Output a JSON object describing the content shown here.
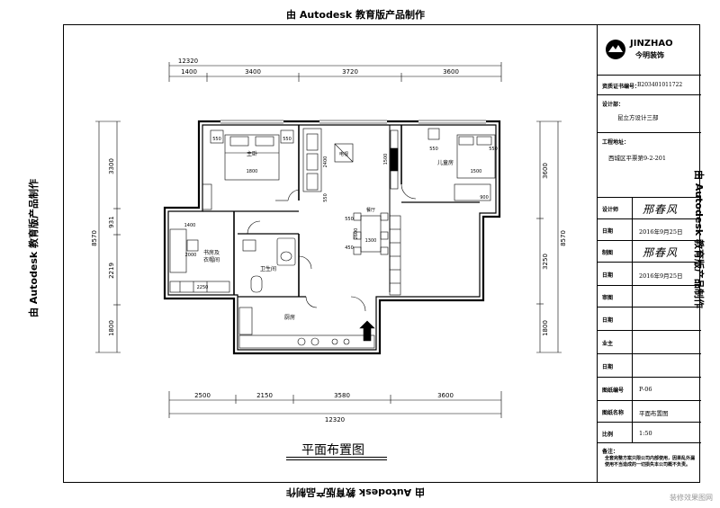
{
  "watermark": "由 Autodesk 教育版产品制作",
  "logo": {
    "brand": "JINZHAO",
    "subtitle": "今明装饰"
  },
  "drawing": {
    "title": "平面布置图",
    "dims_top": {
      "total": "12320",
      "segments": [
        "1400",
        "3400",
        "3720",
        "3600"
      ]
    },
    "dims_bottom": {
      "total": "12320",
      "segments": [
        "2500",
        "2150",
        "3580",
        "3600"
      ]
    },
    "dims_left": {
      "total": "8570",
      "segments": [
        "3300",
        "931",
        "2219",
        "1800"
      ]
    },
    "dims_right": {
      "total": "8570",
      "segments": [
        "3600",
        "3250",
        "1800"
      ]
    },
    "rooms": {
      "master": "主卧",
      "child": "儿童房",
      "study": "书房及\n衣帽间",
      "bath": "卫生间",
      "kitchen": "厨房",
      "dining": "餐厅",
      "tv": "电视"
    },
    "inner_dims": {
      "bed1_l": "550",
      "bed1_r": "550",
      "bed1_w": "1800",
      "bed2_l": "550",
      "bed2_r": "550",
      "bed2_w": "1500",
      "sofa_a": "2400",
      "sofa_b": "550",
      "tv_h": "1500",
      "child_900": "900",
      "study_1400": "1400",
      "study_2000": "2000",
      "study_2250": "2250",
      "dining_h": "2600",
      "dining_w": "1300",
      "dining_a": "550",
      "dining_b": "450"
    }
  },
  "title_block": {
    "cert": {
      "label": "资质证书编号：",
      "value": "B203401011722"
    },
    "designer_unit": {
      "label": "设计部：",
      "value": "昆立方设计三部"
    },
    "address": {
      "label": "工程地址：",
      "value": "西城区平票第9-2-201"
    },
    "rows": [
      {
        "label": "设计师",
        "value": "邢春风",
        "sig": true
      },
      {
        "label": "日期",
        "value": "2016年9月25日",
        "sig": false
      },
      {
        "label": "制图",
        "value": "邢春风",
        "sig": true
      },
      {
        "label": "日期",
        "value": "2016年9月25日",
        "sig": false
      },
      {
        "label": "审图",
        "value": "",
        "sig": false
      },
      {
        "label": "日期",
        "value": "",
        "sig": false
      },
      {
        "label": "业主",
        "value": "",
        "sig": false
      },
      {
        "label": "日期",
        "value": "",
        "sig": false
      },
      {
        "label": "图纸编号",
        "value": "P-06",
        "sig": false
      },
      {
        "label": "图纸名称",
        "value": "平面布置图",
        "sig": false
      },
      {
        "label": "比例",
        "value": "1:50",
        "sig": false
      }
    ],
    "notes": {
      "label": "备注：",
      "value": "全套完整方案只限公司内部使用，因果乱外漏使用不当造成的一切损失本公司概不负责。"
    }
  },
  "corner_text": "装修效果图网"
}
